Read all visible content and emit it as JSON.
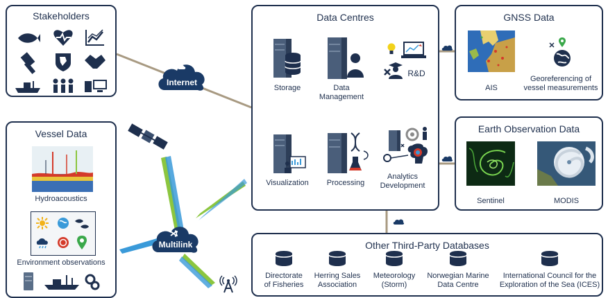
{
  "stakeholders": {
    "title": "Stakeholders"
  },
  "vessel": {
    "title": "Vessel Data",
    "hydro": "Hydroacoustics",
    "env": "Environment observations"
  },
  "centres": {
    "title": "Data Centres",
    "storage": "Storage",
    "management": "Data\nManagement",
    "rd": "R&D",
    "visualization": "Visualization",
    "processing": "Processing",
    "analytics": "Analytics\nDevelopment"
  },
  "gnss": {
    "title": "GNSS Data",
    "ais": "AIS",
    "georef": "Georeferencing of\nvessel measurements"
  },
  "earth": {
    "title": "Earth Observation Data",
    "sentinel": "Sentinel",
    "modis": "MODIS"
  },
  "thirdparty": {
    "title": "Other Third-Party Databases",
    "items": [
      "Directorate\nof Fisheries",
      "Herring Sales\nAssociation",
      "Meteorology\n(Storm)",
      "Norwegian Marine\nData Centre",
      "International Council for the\nExploration of the Sea (ICES)"
    ]
  },
  "clouds": {
    "internet": "Internet",
    "multilink": "Multilink"
  },
  "colors": {
    "navy": "#1e2f4d",
    "cloud": "#1a3a66",
    "beam_green": "#8cc63f",
    "beam_blue": "#3a9ad9",
    "link": "#a89a82"
  }
}
